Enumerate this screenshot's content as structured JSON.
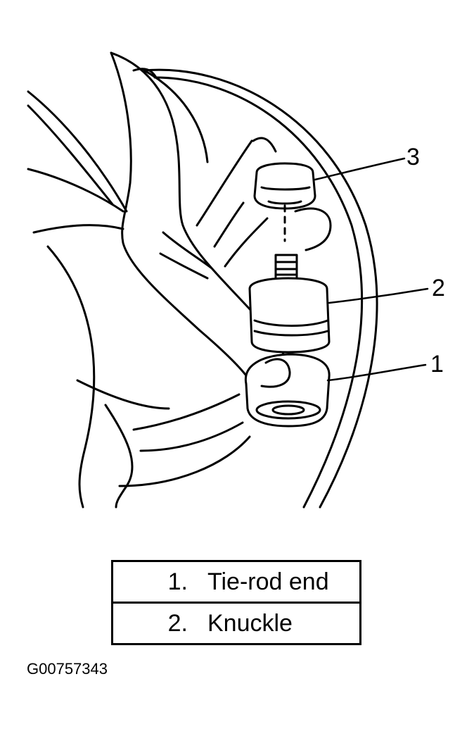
{
  "callouts": [
    {
      "number": "3"
    },
    {
      "number": "2"
    },
    {
      "number": "1"
    }
  ],
  "legend": [
    {
      "number": "1.",
      "label": "Tie-rod end"
    },
    {
      "number": "2.",
      "label": "Knuckle"
    }
  ],
  "figure_code": "G00757343"
}
